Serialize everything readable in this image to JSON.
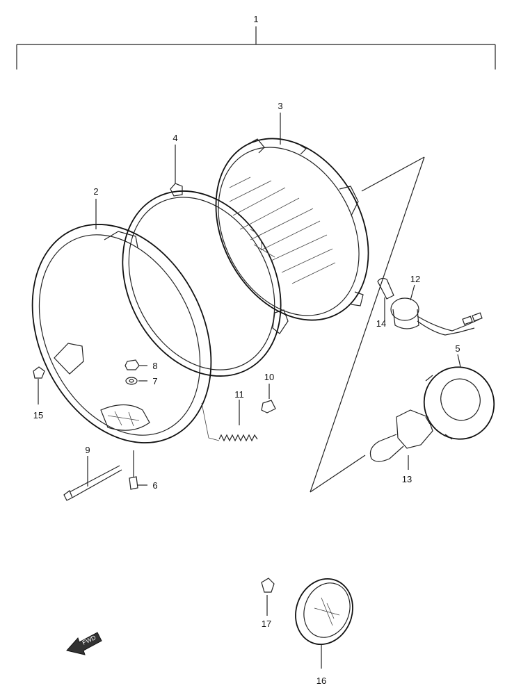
{
  "diagram": {
    "callouts": [
      {
        "id": "1",
        "label": "1"
      },
      {
        "id": "2",
        "label": "2"
      },
      {
        "id": "3",
        "label": "3"
      },
      {
        "id": "4",
        "label": "4"
      },
      {
        "id": "5",
        "label": "5"
      },
      {
        "id": "6",
        "label": "6"
      },
      {
        "id": "7",
        "label": "7"
      },
      {
        "id": "8",
        "label": "8"
      },
      {
        "id": "9",
        "label": "9"
      },
      {
        "id": "10",
        "label": "10"
      },
      {
        "id": "11",
        "label": "11"
      },
      {
        "id": "12",
        "label": "12"
      },
      {
        "id": "13",
        "label": "13"
      },
      {
        "id": "14",
        "label": "14"
      },
      {
        "id": "15",
        "label": "15"
      },
      {
        "id": "16",
        "label": "16"
      },
      {
        "id": "17",
        "label": "17"
      }
    ],
    "front_arrow": {
      "label": "FWD"
    }
  }
}
